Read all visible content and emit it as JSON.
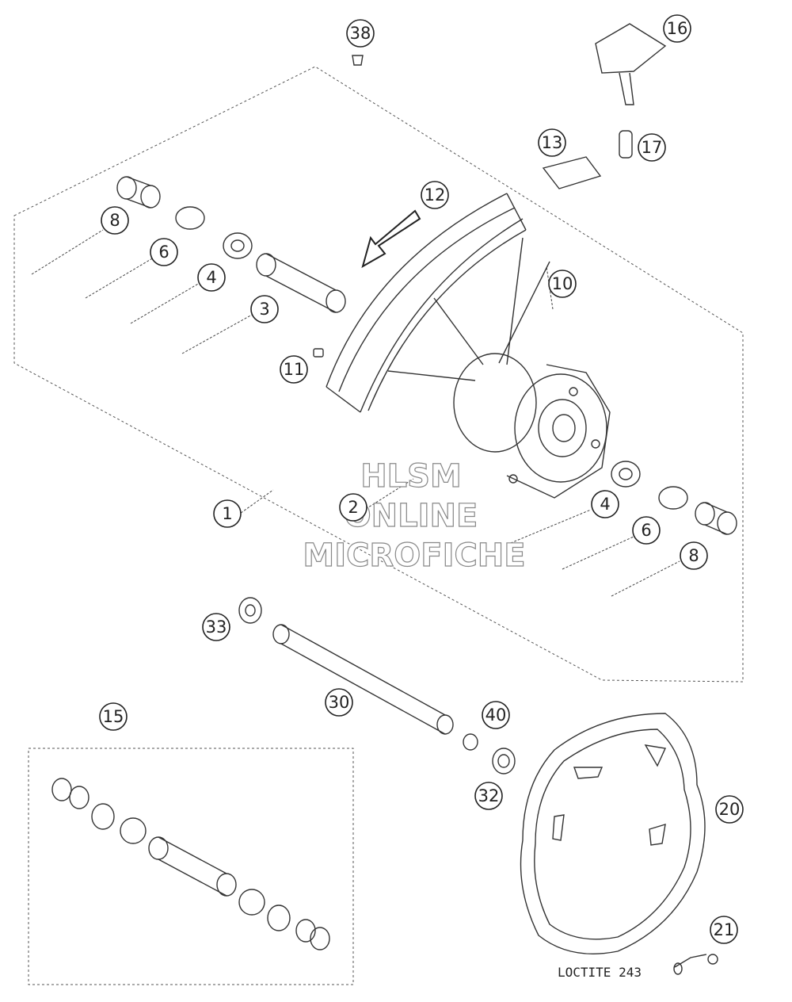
{
  "callouts": [
    {
      "id": "c38",
      "label": "38"
    },
    {
      "id": "c16",
      "label": "16"
    },
    {
      "id": "c13",
      "label": "13"
    },
    {
      "id": "c17",
      "label": "17"
    },
    {
      "id": "c12",
      "label": "12"
    },
    {
      "id": "c8a",
      "label": "8"
    },
    {
      "id": "c6a",
      "label": "6"
    },
    {
      "id": "c4a",
      "label": "4"
    },
    {
      "id": "c3",
      "label": "3"
    },
    {
      "id": "c10",
      "label": "10"
    },
    {
      "id": "c11",
      "label": "11"
    },
    {
      "id": "c1",
      "label": "1"
    },
    {
      "id": "c2",
      "label": "2"
    },
    {
      "id": "c4b",
      "label": "4"
    },
    {
      "id": "c6b",
      "label": "6"
    },
    {
      "id": "c8b",
      "label": "8"
    },
    {
      "id": "c33",
      "label": "33"
    },
    {
      "id": "c30",
      "label": "30"
    },
    {
      "id": "c15",
      "label": "15"
    },
    {
      "id": "c40",
      "label": "40"
    },
    {
      "id": "c32",
      "label": "32"
    },
    {
      "id": "c20",
      "label": "20"
    },
    {
      "id": "c21",
      "label": "21"
    }
  ],
  "note": "LOCTITE 243",
  "watermark": {
    "line1": "HLSM",
    "line2": "ONLINE",
    "line3": "MICROFICHE"
  }
}
